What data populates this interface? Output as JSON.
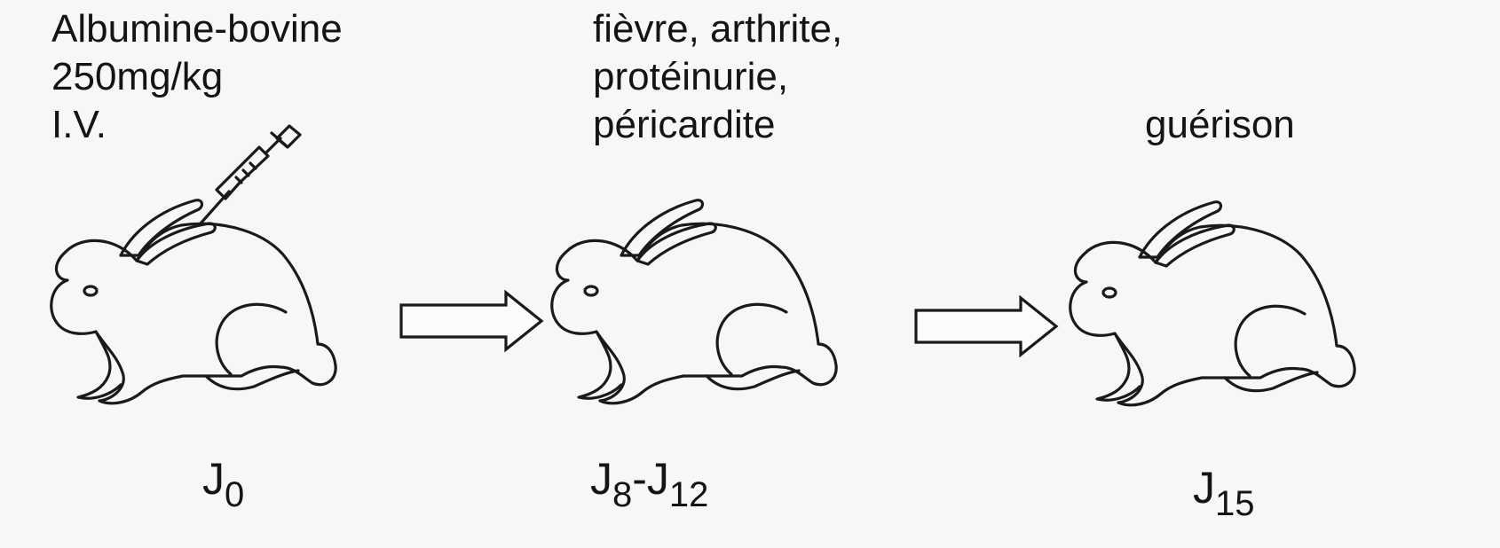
{
  "stages": [
    {
      "annotation_lines": [
        "Albumine-bovine",
        "250mg/kg",
        "I.V."
      ],
      "day_main": "J",
      "day_sub": "0"
    },
    {
      "annotation_lines": [
        "fièvre, arthrite,",
        "protéinurie,",
        "péricardite"
      ],
      "day_main": "J",
      "day_sub": "8",
      "day_sep": "-J",
      "day_sub2": "12"
    },
    {
      "annotation_lines": [
        "guérison"
      ],
      "day_main": "J",
      "day_sub": "15"
    }
  ],
  "icons": {
    "rabbit": "rabbit-icon",
    "syringe": "syringe-icon",
    "arrow": "right-arrow-icon"
  }
}
